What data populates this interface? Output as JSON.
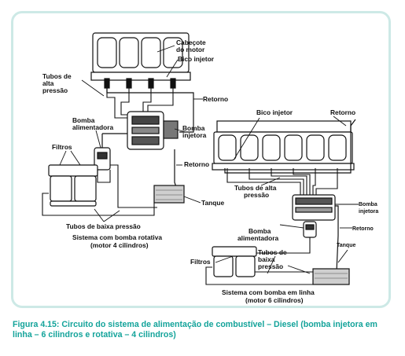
{
  "caption": "Figura 4.15: Circuito do sistema de alimentação de combustível – Diesel (bomba injetora em linha – 6 cilindros e rotativa – 4 cilindros)",
  "colors": {
    "frame_border": "#cde9e6",
    "caption_text": "#13a39a",
    "ink": "#111111"
  },
  "left_system": {
    "title_line1": "Sistema com bomba rotativa",
    "title_line2": "(motor 4 cilindros)",
    "labels": {
      "cabecote_1": "Cabeçote",
      "cabecote_2": "do motor",
      "bico_injetor": "Bico injetor",
      "tubos_alta_1": "Tubos de",
      "tubos_alta_2": "alta",
      "tubos_alta_3": "pressão",
      "retorno_top": "Retorno",
      "bomba_alim_1": "Bomba",
      "bomba_alim_2": "alimentadora",
      "bomba_inj_1": "Bomba",
      "bomba_inj_2": "injetora",
      "filtros": "Filtros",
      "retorno_mid": "Retorno",
      "tanque": "Tanque",
      "tubos_baixa": "Tubos de baixa pressão"
    }
  },
  "right_system": {
    "title_line1": "Sistema com bomba em linha",
    "title_line2": "(motor 6 cilindros)",
    "labels": {
      "bico_injetor": "Bico injetor",
      "retorno_top": "Retorno",
      "tubos_alta_1": "Tubos de alta",
      "tubos_alta_2": "pressão",
      "bomba_inj_1": "Bomba",
      "bomba_inj_2": "injetora",
      "retorno_side": "Retorno",
      "bomba_alim_1": "Bomba",
      "bomba_alim_2": "alimentadora",
      "tanque": "Tanque",
      "filtros": "Filtros",
      "tubos_baixa_1": "Tubos de",
      "tubos_baixa_2": "baixa",
      "tubos_baixa_3": "pressão"
    }
  }
}
